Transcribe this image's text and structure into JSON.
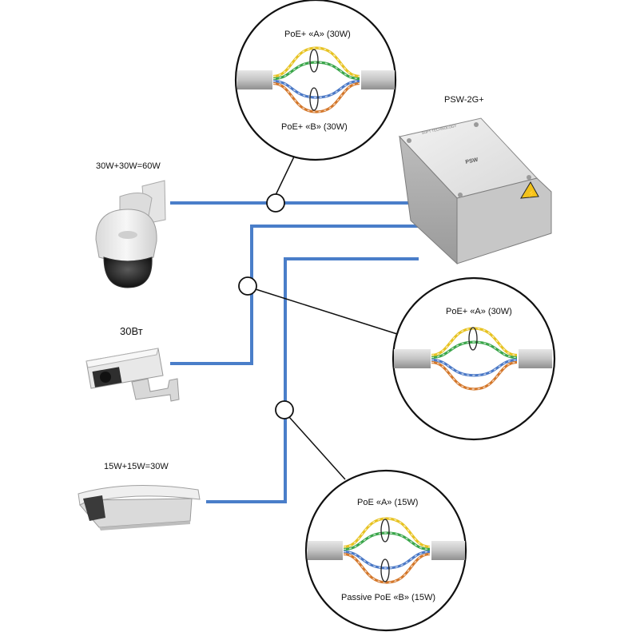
{
  "switch": {
    "label": "PSW-2G+",
    "brand_text": "PSW",
    "maker_text": "SOFT TECHNOLOGY"
  },
  "cameras": [
    {
      "label": "30W+30W=60W"
    },
    {
      "label": "30Вт"
    },
    {
      "label": "15W+15W=30W"
    }
  ],
  "callouts": [
    {
      "top_label": "PoE+ «A» (30W)",
      "bottom_label": "PoE+ «B» (30W)"
    },
    {
      "top_label": "PoE+ «A» (30W)",
      "bottom_label": ""
    },
    {
      "top_label": "PoE «A» (15W)",
      "bottom_label": "Passive PoE «B» (15W)"
    }
  ],
  "colors": {
    "cable": "#4a7ec9",
    "pair_yellow": "#e7c220",
    "pair_green": "#3aa64a",
    "pair_blue": "#4a78c6",
    "pair_orange": "#d4772a",
    "jacket": "#c9c9c9",
    "circle_stroke": "#111111",
    "warning": "#f2c21a"
  }
}
